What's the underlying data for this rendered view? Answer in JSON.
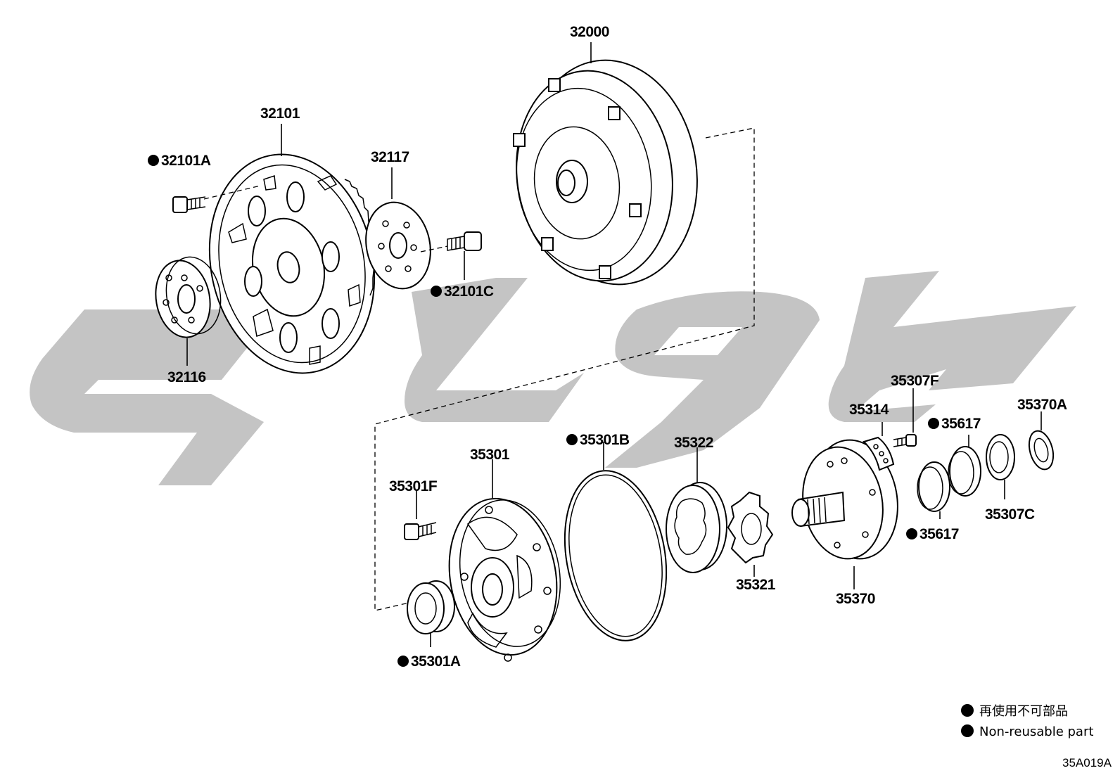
{
  "diagram": {
    "parts": [
      {
        "id": "p32000",
        "label": "32000",
        "nonreusable": false
      },
      {
        "id": "p32101",
        "label": "32101",
        "nonreusable": false
      },
      {
        "id": "p32101A",
        "label": "32101A",
        "nonreusable": true
      },
      {
        "id": "p32117",
        "label": "32117",
        "nonreusable": false
      },
      {
        "id": "p32101C",
        "label": "32101C",
        "nonreusable": true
      },
      {
        "id": "p32116",
        "label": "32116",
        "nonreusable": false
      },
      {
        "id": "p35301",
        "label": "35301",
        "nonreusable": false
      },
      {
        "id": "p35301F",
        "label": "35301F",
        "nonreusable": false
      },
      {
        "id": "p35301A",
        "label": "35301A",
        "nonreusable": true
      },
      {
        "id": "p35301B",
        "label": "35301B",
        "nonreusable": true
      },
      {
        "id": "p35322",
        "label": "35322",
        "nonreusable": false
      },
      {
        "id": "p35321",
        "label": "35321",
        "nonreusable": false
      },
      {
        "id": "p35370",
        "label": "35370",
        "nonreusable": false
      },
      {
        "id": "p35314",
        "label": "35314",
        "nonreusable": false
      },
      {
        "id": "p35307F",
        "label": "35307F",
        "nonreusable": false
      },
      {
        "id": "p35617a",
        "label": "35617",
        "nonreusable": true
      },
      {
        "id": "p35617b",
        "label": "35617",
        "nonreusable": true
      },
      {
        "id": "p35370A",
        "label": "35370A",
        "nonreusable": false
      },
      {
        "id": "p35307C",
        "label": "35307C",
        "nonreusable": false
      }
    ],
    "legend": {
      "jp": "再使用不可部品",
      "en": "Non-reusable part"
    },
    "figure_code": "35A019A"
  },
  "colors": {
    "watermark": "#c4c4c4",
    "ink": "#000000"
  }
}
